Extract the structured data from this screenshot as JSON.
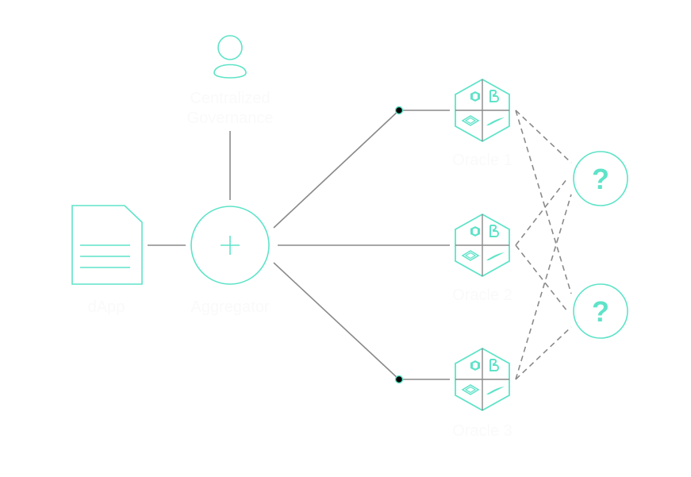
{
  "colors": {
    "accent": "#5fe3c8",
    "connector": "#8a8a8a",
    "label": "#fafafa",
    "dot": "#000000"
  },
  "nodes": {
    "governance": {
      "label_line1": "Centralized",
      "label_line2": "Governance",
      "icon": "user-icon"
    },
    "dapp": {
      "label": "dApp",
      "icon": "document-icon"
    },
    "aggregator": {
      "label": "Aggregator",
      "icon": "plus-icon"
    },
    "oracles": [
      {
        "label": "Oracle 1",
        "icon": "oracle-hexagon-icon"
      },
      {
        "label": "Oracle 2",
        "icon": "oracle-hexagon-icon"
      },
      {
        "label": "Oracle 3",
        "icon": "oracle-hexagon-icon"
      }
    ],
    "unknowns": [
      {
        "symbol": "?",
        "icon": "question-icon"
      },
      {
        "symbol": "?",
        "icon": "question-icon"
      }
    ]
  }
}
